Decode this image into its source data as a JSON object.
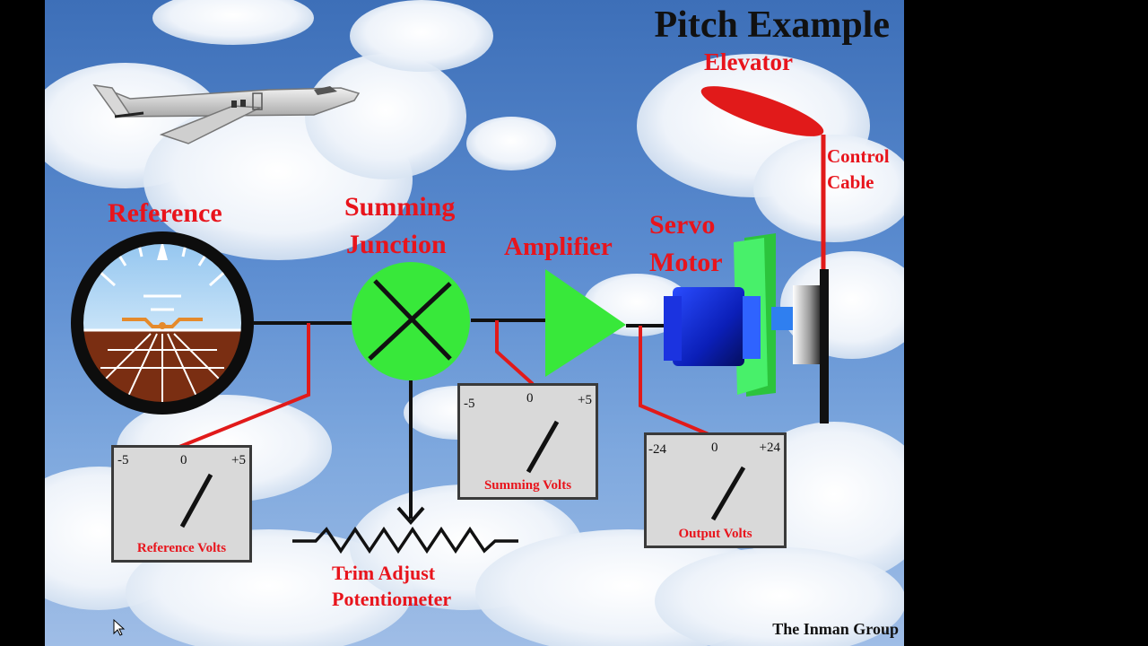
{
  "title": "Pitch Example",
  "footer": "The Inman Group",
  "labels": {
    "elevator": "Elevator",
    "control_cable_1": "Control",
    "control_cable_2": "Cable",
    "reference": "Reference",
    "summing_1": "Summing",
    "summing_2": "Junction",
    "amplifier": "Amplifier",
    "servo_1": "Servo",
    "servo_2": "Motor",
    "trim_1": "Trim Adjust",
    "trim_2": "Potentiometer"
  },
  "meters": {
    "reference": {
      "min": "-5",
      "zero": "0",
      "max": "+5",
      "caption": "Reference Volts"
    },
    "summing": {
      "min": "-5",
      "zero": "0",
      "max": "+5",
      "caption": "Summing Volts"
    },
    "output": {
      "min": "-24",
      "zero": "0",
      "max": "+24",
      "caption": "Output Volts"
    }
  },
  "colors": {
    "label_red": "#e8141c",
    "wire_red": "#e11a1a",
    "junction_green": "#38e83a",
    "sky_blue": "#5b8cd0"
  },
  "icons": {
    "airplane": "airplane-icon",
    "attitude_indicator": "attitude-indicator-icon",
    "summing_junction": "summing-junction-icon",
    "amplifier": "amplifier-triangle-icon",
    "servo_motor": "servo-motor-icon",
    "elevator": "elevator-icon",
    "potentiometer": "resistor-zigzag-icon"
  }
}
